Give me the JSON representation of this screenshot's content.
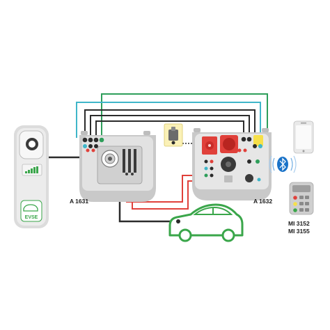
{
  "labels": {
    "adapter_left": "A 1631",
    "adapter_right": "A 1632",
    "evse": "EVSE",
    "instrument_line1": "MI 3152",
    "instrument_line2": "MI 3155"
  },
  "icons": [
    "evse-station-icon",
    "ev-car-icon",
    "smartphone-icon",
    "bluetooth-icon",
    "test-instrument-icon",
    "mains-plug-icon"
  ],
  "colors": {
    "wire_black": "#2b2b2b",
    "wire_green": "#2e9e5a",
    "wire_cyan": "#3fb6c9",
    "wire_red": "#e0403a",
    "ev_green": "#3aa64a",
    "bluetooth_blue": "#1a73c8",
    "adapter_body": "#c9c9c9"
  }
}
